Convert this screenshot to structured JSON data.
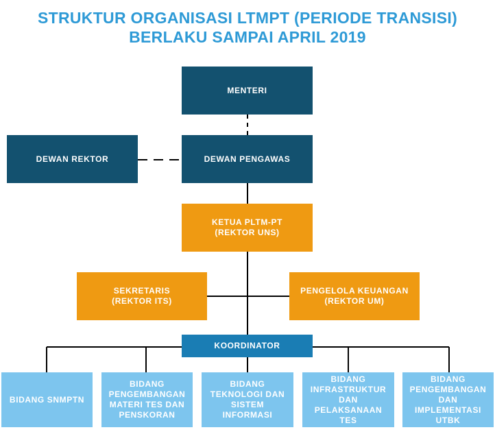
{
  "title": {
    "line1": "STRUKTUR ORGANISASI LTMPT (PERIODE TRANSISI)",
    "line2": "BERLAKU SAMPAI APRIL 2019"
  },
  "nodes": {
    "menteri": "MENTERI",
    "dewan_rektor": "DEWAN REKTOR",
    "dewan_pengawas": "DEWAN PENGAWAS",
    "ketua": "KETUA PLTM-PT\n(REKTOR UNS)",
    "sekretaris": "SEKRETARIS\n(REKTOR ITS)",
    "pengelola_keuangan": "PENGELOLA KEUANGAN\n(REKTOR UM)",
    "koordinator": "KOORDINATOR",
    "bidang": [
      "BIDANG SNMPTN",
      "BIDANG\nPENGEMBANGAN\nMATERI TES DAN\nPENSKORAN",
      "BIDANG\nTEKNOLOGI DAN\nSISTEM\nINFORMASI",
      "BIDANG\nINFRASTRUKTUR\nDAN\nPELAKSANAAN TES",
      "BIDANG\nPENGEMBANGAN\nDAN\nIMPLEMENTASI\nUTBK"
    ]
  },
  "colors": {
    "title": "#2E9AD6",
    "navy": "#13516F",
    "orange": "#EF9A12",
    "blue": "#1A7DB4",
    "light_blue": "#7DC5EE",
    "line": "#000000"
  }
}
